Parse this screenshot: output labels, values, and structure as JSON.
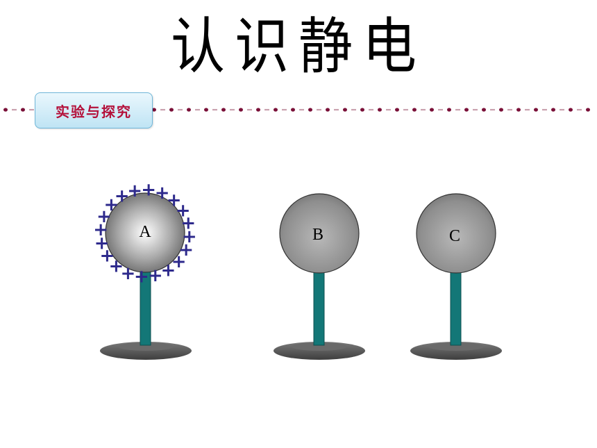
{
  "title": "认识静电",
  "section": {
    "label": "实验与探究"
  },
  "colors": {
    "divider_dot": "#7a1038",
    "divider_dash": "#c9a0ae",
    "badge_text": "#b4103a",
    "stand_rod": "#137777",
    "base": "#4d4d4d",
    "charge": "#2e2a8c"
  },
  "spheres": [
    {
      "label": "A",
      "charge": "positive",
      "charge_count": 20
    },
    {
      "label": "B",
      "charge": "none",
      "charge_count": 0
    },
    {
      "label": "C",
      "charge": "none",
      "charge_count": 0
    }
  ],
  "charge_symbol": "+"
}
